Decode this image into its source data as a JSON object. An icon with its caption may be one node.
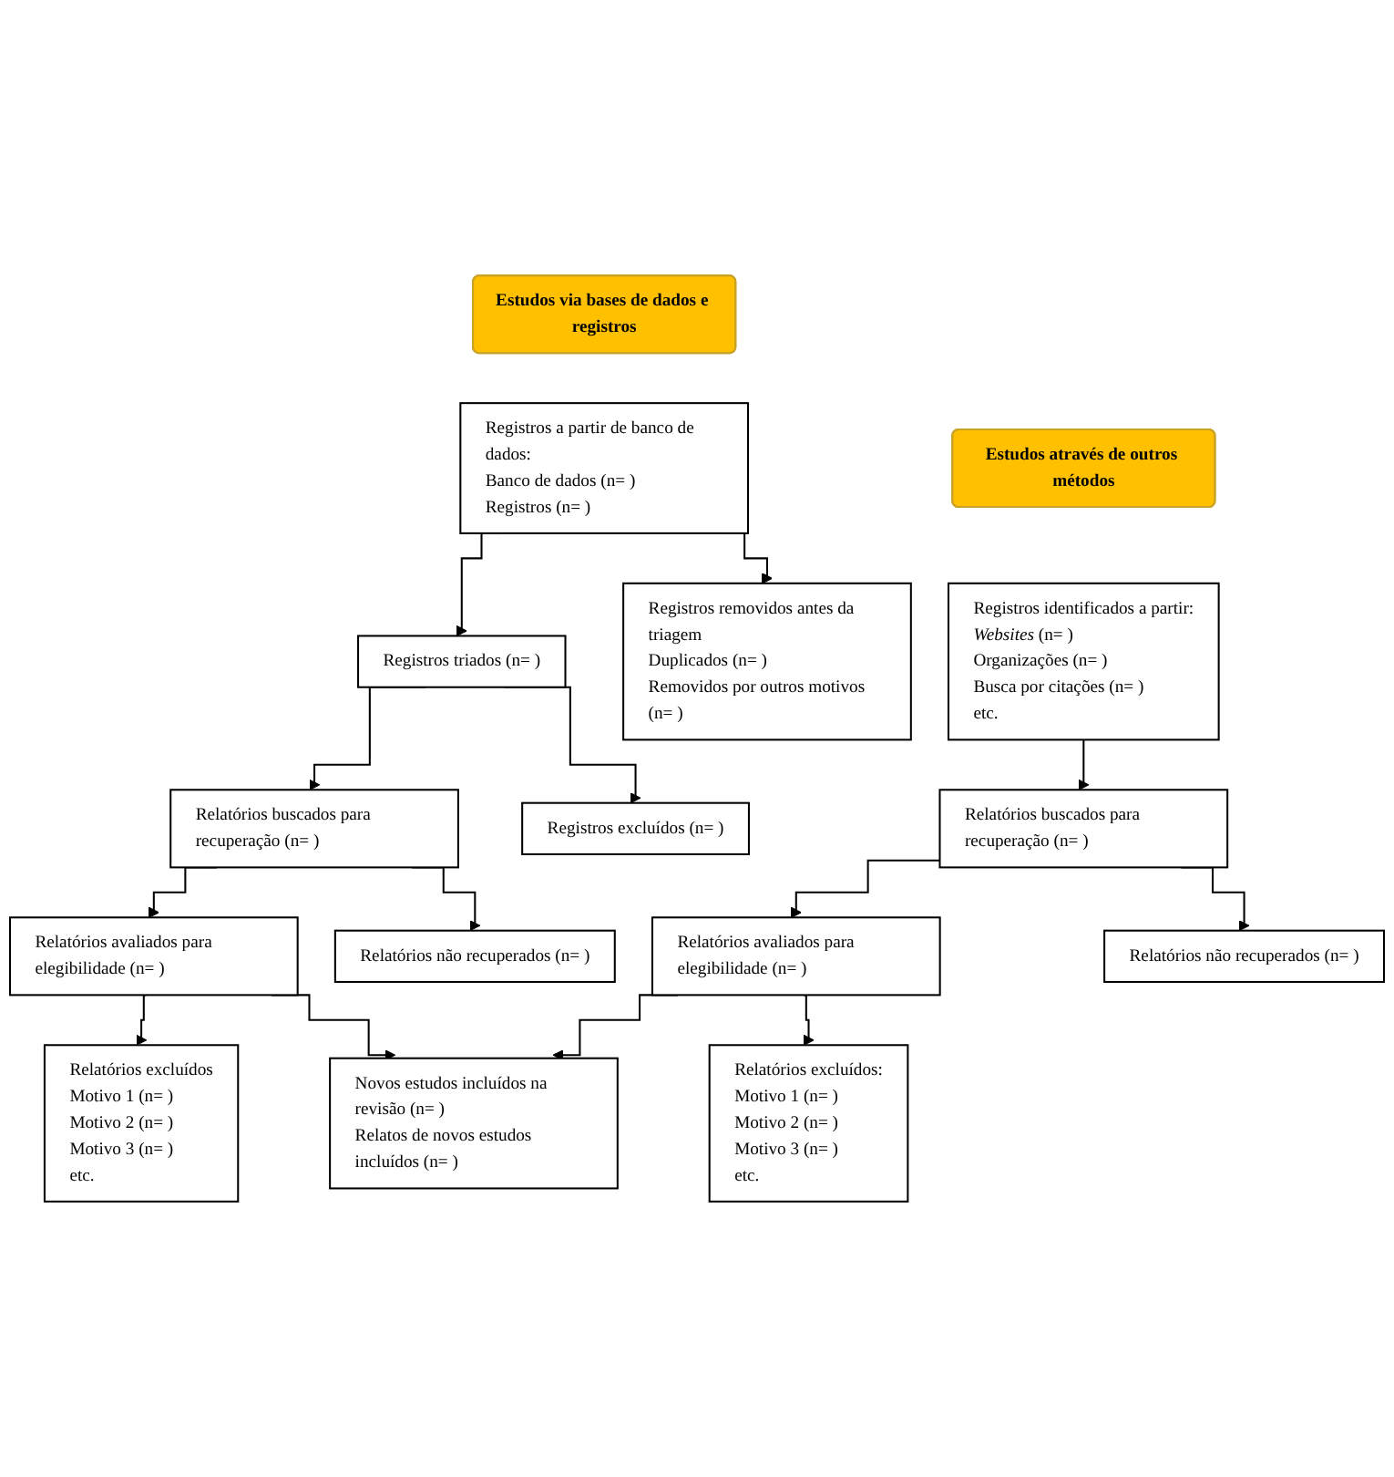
{
  "diagram": {
    "nodes": [
      {
        "text": [
          "Estudos via bases de dados e registros"
        ]
      },
      {
        "text": [
          "Registros a partir de banco de dados:",
          "Banco de dados (n= )",
          "Registros (n= )"
        ]
      },
      {
        "text": [
          "Registros removidos antes da triagem",
          "Duplicados (n= )",
          "Removidos por outros motivos (n= )"
        ]
      },
      {
        "text": [
          "Registros triados (n= )"
        ]
      },
      {
        "text": [
          "Registros excluídos (n= )"
        ]
      },
      {
        "text": [
          "Relatórios buscados para recuperação (n= )"
        ]
      },
      {
        "text": [
          "Relatórios não recuperados (n= )"
        ]
      },
      {
        "text": [
          "Relatórios avaliados para elegibilidade (n= )"
        ]
      },
      {
        "text": [
          "Relatórios excluídos",
          "Motivo 1 (n= )",
          "Motivo 2 (n= )",
          "Motivo 3 (n= )",
          "etc."
        ]
      },
      {
        "text": [
          "Novos estudos incluídos na revisão (n= )",
          "Relatos de novos estudos incluídos (n= )"
        ]
      },
      {
        "text": [
          "Estudos através de outros métodos"
        ]
      },
      {
        "text": [
          "Registros identificados a partir:",
          "*Websites* (n= )",
          "Organizações (n= )",
          "Busca por citações (n= )",
          "etc."
        ]
      },
      {
        "text": [
          "Relatórios buscados para recuperação (n= )"
        ]
      },
      {
        "text": [
          "Relatórios não recuperados (n= )"
        ]
      },
      {
        "text": [
          "Relatórios avaliados para elegibilidade (n= )"
        ]
      },
      {
        "text": [
          "Relatórios excluídos:",
          "Motivo 1 (n= )",
          "Motivo 2 (n= )",
          "Motivo 3 (n= )",
          "etc."
        ]
      }
    ],
    "edges": [
      {
        "from": 1,
        "to": 2,
        "arrow": "to"
      },
      {
        "from": 1,
        "to": 3,
        "arrow": "to"
      },
      {
        "from": 3,
        "to": 4,
        "arrow": "to"
      },
      {
        "from": 3,
        "to": 5,
        "arrow": "to"
      },
      {
        "from": 5,
        "to": 6,
        "arrow": "to"
      },
      {
        "from": 5,
        "to": 7,
        "arrow": "to"
      },
      {
        "from": 7,
        "to": 8,
        "arrow": "to"
      },
      {
        "from": 7,
        "to": 9,
        "arrow": "to"
      },
      {
        "from": 11,
        "to": 12,
        "arrow": "to"
      },
      {
        "from": 12,
        "to": 13,
        "arrow": "to"
      },
      {
        "from": 12,
        "to": 14,
        "arrow": "to"
      },
      {
        "from": 14,
        "to": 15,
        "arrow": "to"
      },
      {
        "from": 14,
        "to": 9,
        "arrow": "to"
      }
    ]
  }
}
